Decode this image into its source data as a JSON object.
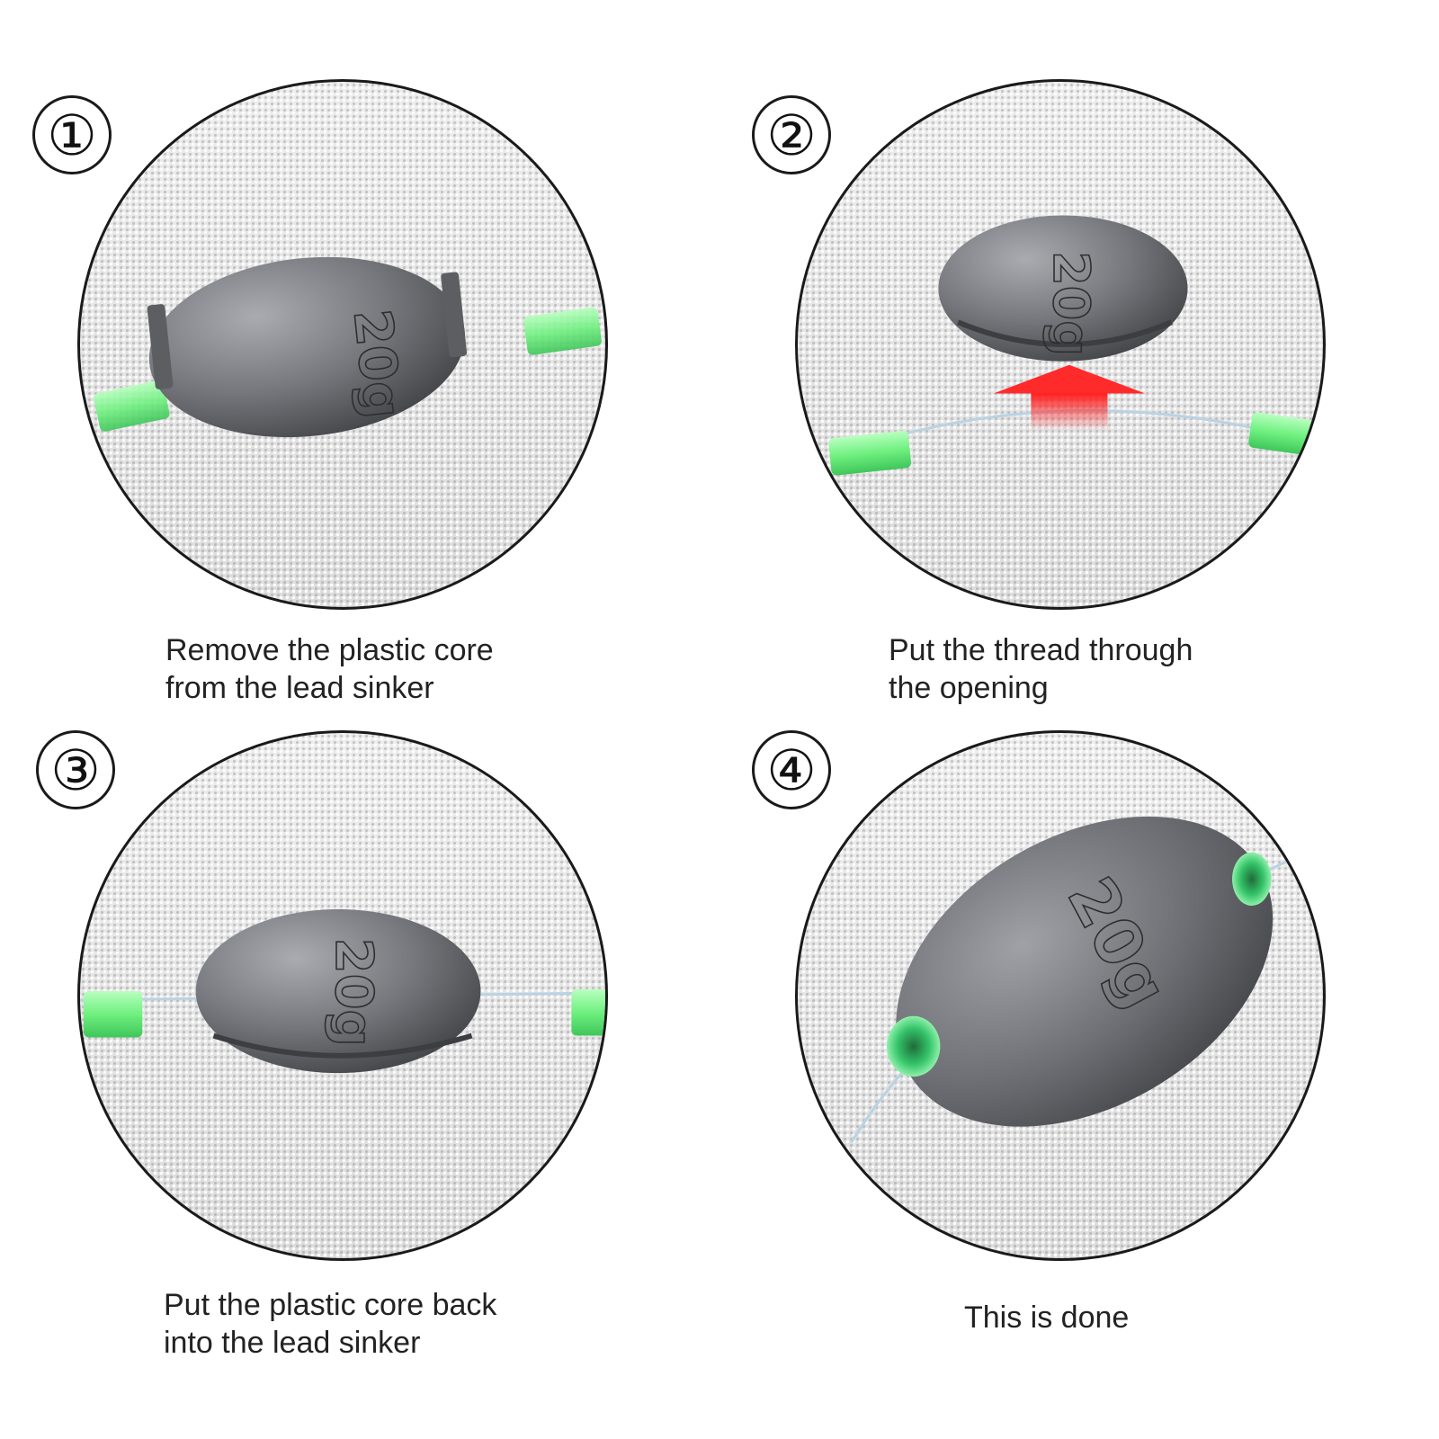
{
  "steps": [
    {
      "number": "①",
      "caption": "Remove the plastic core\nfrom the lead sinker",
      "weight_label": "20g"
    },
    {
      "number": "②",
      "caption": "Put the thread through\nthe opening",
      "weight_label": "20g"
    },
    {
      "number": "③",
      "caption": "Put the plastic core back\n into the lead sinker",
      "weight_label": "20g"
    },
    {
      "number": "④",
      "caption": "This is done",
      "weight_label": "20g"
    }
  ],
  "colors": {
    "lead": "#6e7075",
    "plastic_core": "#7cf08a",
    "line": "#b9d3e3",
    "arrow": "#ff2a2a"
  }
}
